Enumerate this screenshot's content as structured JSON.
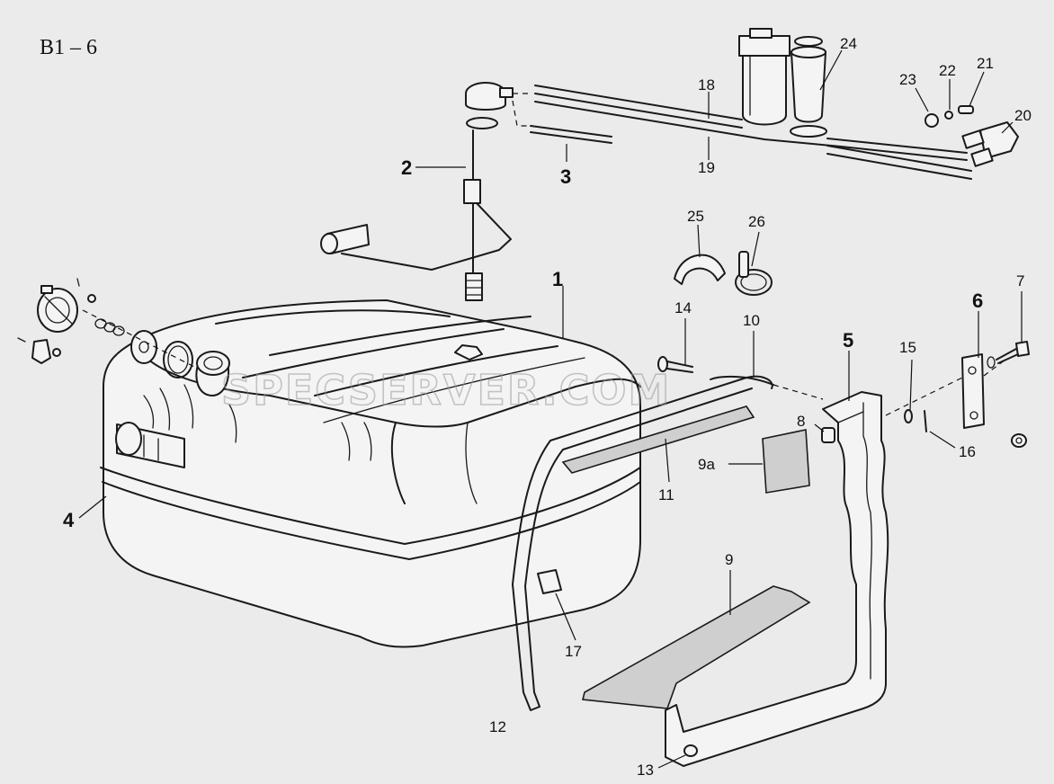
{
  "sheet_code": "B1 – 6",
  "watermark": "SPECSERVER.COM",
  "callouts": {
    "c1": "1",
    "c2": "2",
    "c3": "3",
    "c4": "4",
    "c5": "5",
    "c6": "6",
    "c7": "7",
    "c8": "8",
    "c9": "9",
    "c9a": "9a",
    "c10": "10",
    "c11": "11",
    "c12": "12",
    "c13": "13",
    "c14": "14",
    "c15": "15",
    "c16": "16",
    "c17": "17",
    "c18": "18",
    "c19": "19",
    "c20": "20",
    "c21": "21",
    "c22": "22",
    "c23": "23",
    "c24": "24",
    "c25": "25",
    "c26": "26"
  }
}
